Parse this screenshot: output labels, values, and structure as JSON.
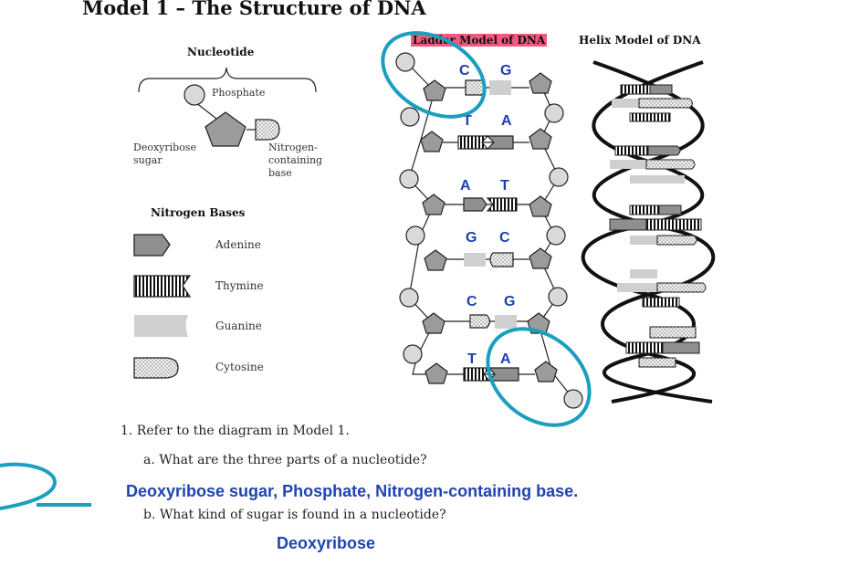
{
  "title": "Model 1 – The Structure of DNA",
  "nucleotide": {
    "heading": "Nucleotide",
    "phosphate": "Phosphate",
    "sugar_line1": "Deoxyribose",
    "sugar_line2": "sugar",
    "base_line1": "Nitrogen-",
    "base_line2": "containing",
    "base_line3": "base"
  },
  "bases": {
    "heading": "Nitrogen Bases",
    "items": [
      {
        "name": "Adenine",
        "icon": "adenine-icon"
      },
      {
        "name": "Thymine",
        "icon": "thymine-icon"
      },
      {
        "name": "Guanine",
        "icon": "guanine-icon"
      },
      {
        "name": "Cytosine",
        "icon": "cytosine-icon"
      }
    ]
  },
  "ladder": {
    "title": "Ladder Model of DNA",
    "pairs": [
      {
        "left": "C",
        "right": "G"
      },
      {
        "left": "T",
        "right": "A"
      },
      {
        "left": "A",
        "right": "T"
      },
      {
        "left": "G",
        "right": "C"
      },
      {
        "left": "C",
        "right": "G"
      },
      {
        "left": "T",
        "right": "A"
      }
    ]
  },
  "helix": {
    "title": "Helix Model of DNA"
  },
  "questions": {
    "q1": "1.  Refer to the diagram in Model 1.",
    "q1a": "a.  What are the three parts of a nucleotide?",
    "q1a_answer": "Deoxyribose sugar, Phosphate, Nitrogen-containing base.",
    "q1b": "b.  What kind of sugar is found in a nucleotide?",
    "q1b_answer": "Deoxyribose"
  },
  "colors": {
    "annotation": "#1a9fbf",
    "highlight": "#f05a7e",
    "answer": "#1f44b0"
  }
}
